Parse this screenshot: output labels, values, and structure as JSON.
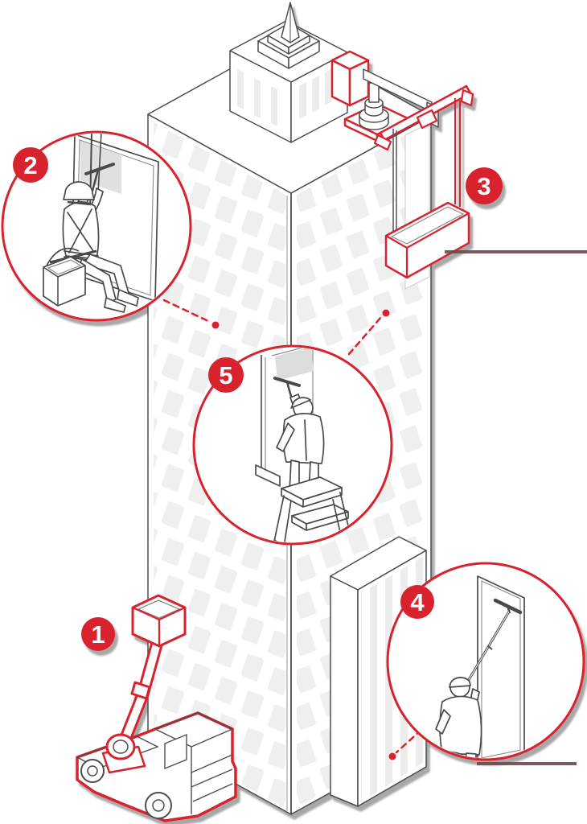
{
  "illustration": {
    "title_hidden": "",
    "badges": [
      {
        "label": "1"
      },
      {
        "label": "2"
      },
      {
        "label": "3"
      },
      {
        "label": "4"
      },
      {
        "label": "5"
      }
    ],
    "colors": {
      "accent_red": "#d8232f",
      "line_gray": "#4d4d4d",
      "window_gray": "#efefef",
      "glass_gray": "#dcdcdc",
      "stripe_gray": "#ececec",
      "artifact_maroon": "#6b4848",
      "background": "#ffffff"
    }
  }
}
